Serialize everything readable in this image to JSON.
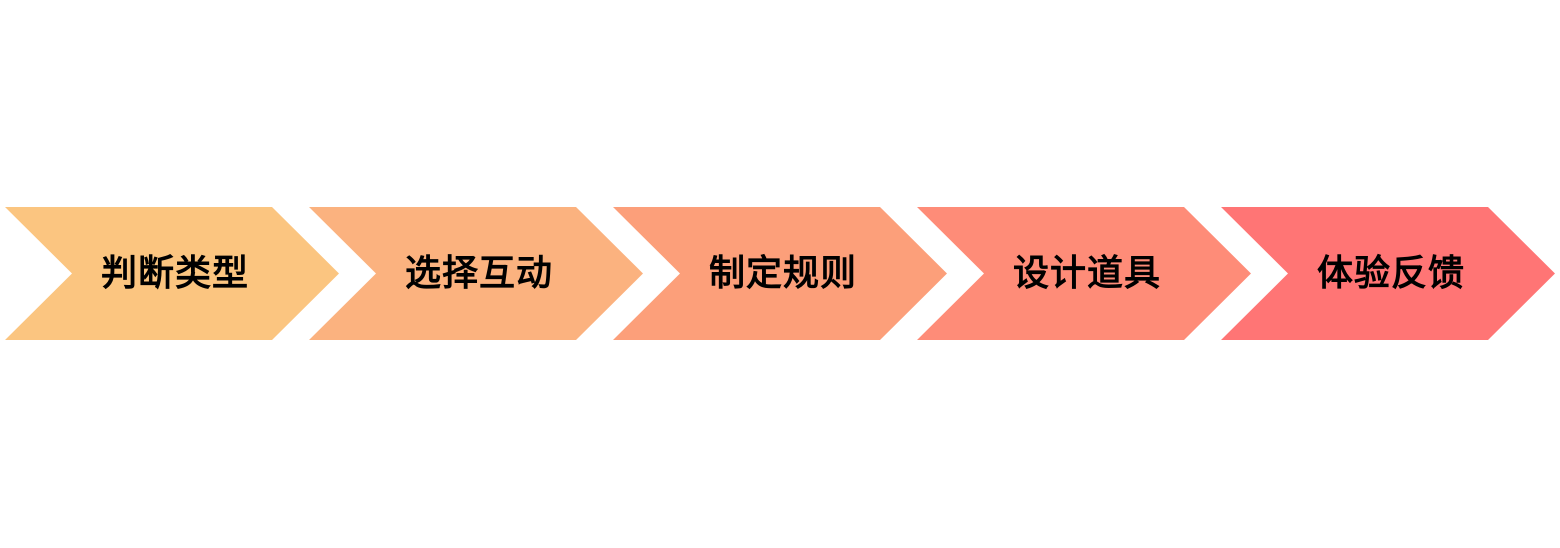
{
  "steps": [
    {
      "label": "判断类型",
      "color": "#FBC580"
    },
    {
      "label": "选择互动",
      "color": "#FBB27F"
    },
    {
      "label": "制定规则",
      "color": "#FC9F7A"
    },
    {
      "label": "设计道具",
      "color": "#FE8C78"
    },
    {
      "label": "体验反馈",
      "color": "#FF7575"
    }
  ]
}
